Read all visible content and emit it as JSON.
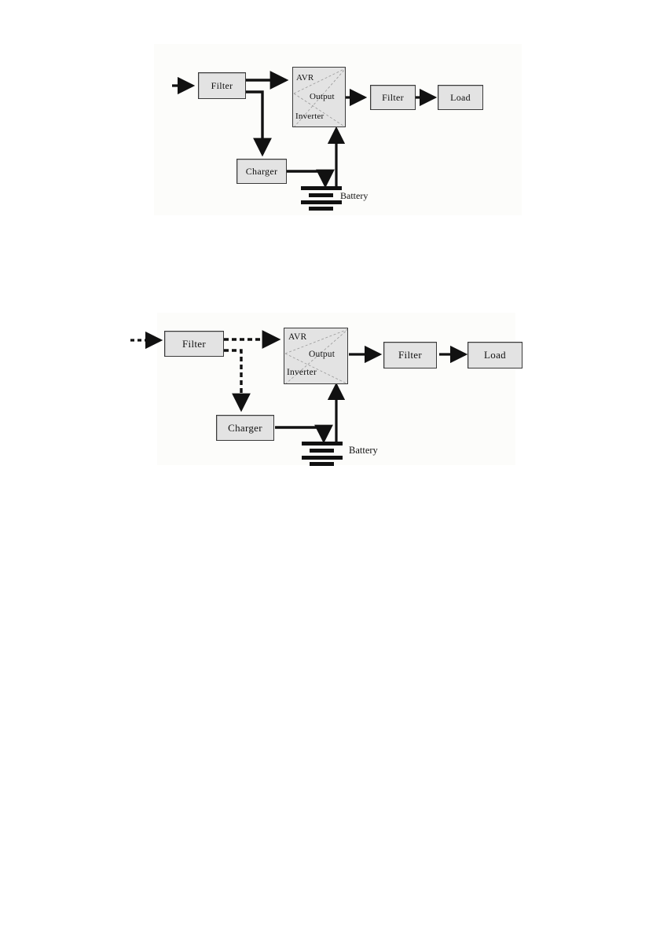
{
  "document": {
    "page_background": "#ffffff",
    "box_fill": "#e3e3e3",
    "box_border": "#3a3a3a",
    "line_color": "#111111",
    "region_tint": "#fcfcfa"
  },
  "diagrams": [
    {
      "id": "ups-line-mode",
      "name": "ups-block-diagram-line-mode",
      "flow_style": "solid",
      "blocks": [
        {
          "name": "input-filter",
          "label": "Filter"
        },
        {
          "name": "avr-inverter",
          "label_top": "AVR",
          "label_mid": "Output",
          "label_bottom": "Inverter"
        },
        {
          "name": "output-filter",
          "label": "Filter"
        },
        {
          "name": "load",
          "label": "Load"
        },
        {
          "name": "charger",
          "label": "Charger"
        },
        {
          "name": "battery",
          "label": "Battery"
        }
      ],
      "connections": [
        {
          "from": "mains-input",
          "to": "input-filter",
          "style": "solid"
        },
        {
          "from": "input-filter",
          "to": "avr-inverter",
          "style": "solid"
        },
        {
          "from": "input-filter",
          "to": "charger",
          "style": "solid"
        },
        {
          "from": "charger",
          "to": "battery",
          "style": "solid"
        },
        {
          "from": "battery",
          "to": "avr-inverter",
          "style": "solid"
        },
        {
          "from": "avr-inverter",
          "to": "output-filter",
          "style": "solid"
        },
        {
          "from": "output-filter",
          "to": "load",
          "style": "solid"
        }
      ]
    },
    {
      "id": "ups-backup-mode",
      "name": "ups-block-diagram-backup-mode",
      "flow_style": "dashed",
      "blocks": [
        {
          "name": "input-filter",
          "label": "Filter"
        },
        {
          "name": "avr-inverter",
          "label_top": "AVR",
          "label_mid": "Output",
          "label_bottom": "Inverter"
        },
        {
          "name": "output-filter",
          "label": "Filter"
        },
        {
          "name": "load",
          "label": "Load"
        },
        {
          "name": "charger",
          "label": "Charger"
        },
        {
          "name": "battery",
          "label": "Battery"
        }
      ],
      "connections": [
        {
          "from": "mains-input",
          "to": "input-filter",
          "style": "dashed"
        },
        {
          "from": "input-filter",
          "to": "avr-inverter",
          "style": "dashed"
        },
        {
          "from": "input-filter",
          "to": "charger",
          "style": "dashed"
        },
        {
          "from": "charger",
          "to": "battery",
          "style": "solid"
        },
        {
          "from": "battery",
          "to": "avr-inverter",
          "style": "solid"
        },
        {
          "from": "avr-inverter",
          "to": "output-filter",
          "style": "solid"
        },
        {
          "from": "output-filter",
          "to": "load",
          "style": "solid"
        }
      ]
    }
  ],
  "d1": {
    "filter_in": "Filter",
    "avr": "AVR",
    "output": "Output",
    "inverter": "Inverter",
    "filter_out": "Filter",
    "load": "Load",
    "charger": "Charger",
    "battery": "Battery"
  },
  "d2": {
    "filter_in": "Filter",
    "avr": "AVR",
    "output": "Output",
    "inverter": "Inverter",
    "filter_out": "Filter",
    "load": "Load",
    "charger": "Charger",
    "battery": "Battery"
  }
}
